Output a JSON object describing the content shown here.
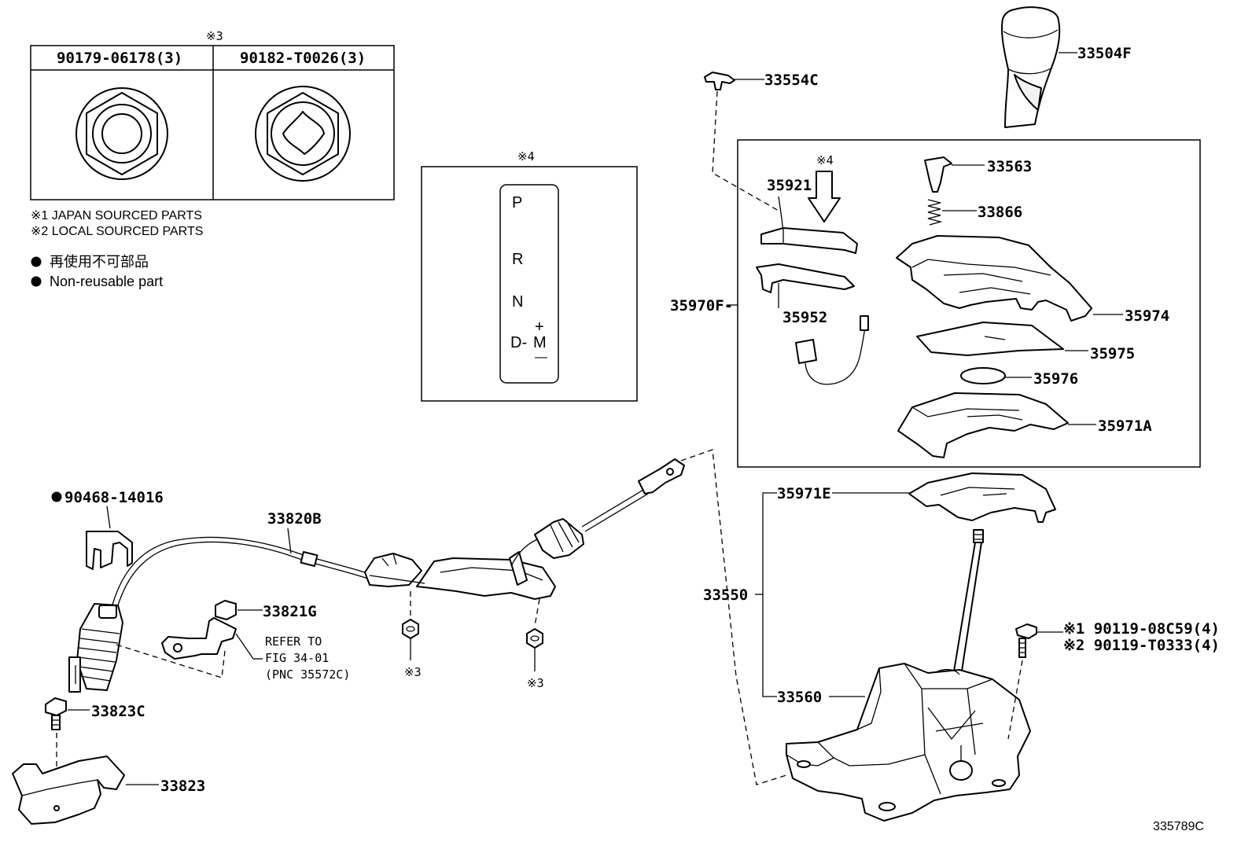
{
  "fastener_table": {
    "marker": "※3",
    "col_left": "90179-06178(3)",
    "col_right": "90182-T0026(3)"
  },
  "notes": {
    "note1": "※1  JAPAN SOURCED PARTS",
    "note2": "※2  LOCAL SOURCED PARTS",
    "nonreusable_jp": "再使用不可部品",
    "nonreusable_en": "Non-reusable part"
  },
  "gate_panel": {
    "marker": "※4",
    "p": "P",
    "r": "R",
    "n": "N",
    "d": "D-",
    "m": "M",
    "plus": "+",
    "minus": "—"
  },
  "labels": {
    "p33504F": "33504F",
    "p33554C": "33554C",
    "p33563": "33563",
    "p33866": "33866",
    "p35921": "35921",
    "marker4b": "※4",
    "p35970F": "35970F-",
    "p35952": "35952",
    "p35974": "35974",
    "p35975": "35975",
    "p35976": "35976",
    "p35971A": "35971A",
    "p35971E": "35971E",
    "p33550": "33550",
    "p33560": "33560",
    "bolt1": "※1  90119-08C59(4)",
    "bolt2": "※2  90119-T0333(4)",
    "p90468": "90468-14016",
    "p33820B": "33820B",
    "p33821G": "33821G",
    "refer1": "REFER TO",
    "refer2": "FIG 34-01",
    "refer3": "(PNC 35572C)",
    "nut3a": "※3",
    "nut3b": "※3",
    "p33823C": "33823C",
    "p33823": "33823",
    "figure_id": "335789C"
  }
}
